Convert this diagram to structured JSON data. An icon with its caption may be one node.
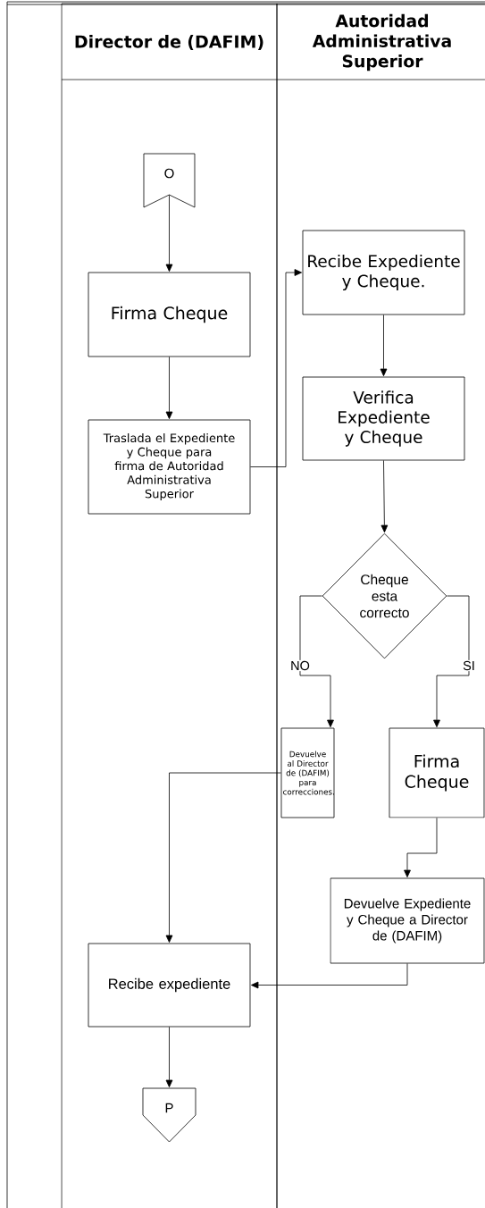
{
  "diagram": {
    "nodes": [
      {
        "text": [
          "Director de (DAFIM)"
        ]
      },
      {
        "text": [
          "Autoridad Administrativa Superior"
        ]
      },
      {
        "text": [
          "O"
        ],
        "in": 0
      },
      {
        "text": [
          "Firma Cheque"
        ],
        "in": 0
      },
      {
        "text": [
          "Traslada el Expediente y Cheque para firma de Autoridad Administrativa Superior"
        ],
        "in": 0
      },
      {
        "text": [
          "Recibe Expediente y Cheque."
        ],
        "in": 1
      },
      {
        "text": [
          "Verifica Expediente y Cheque"
        ],
        "in": 1
      },
      {
        "text": [
          "Cheque esta correcto"
        ],
        "in": 1
      },
      {
        "text": [
          "Devuelve al Director de (DAFIM) para correcciones."
        ],
        "in": 1
      },
      {
        "text": [
          "Firma Cheque"
        ],
        "in": 1
      },
      {
        "text": [
          "Devuelve Expediente y Cheque a Director de (DAFIM)"
        ],
        "in": 1
      },
      {
        "text": [
          "Recibe expediente"
        ],
        "in": 0
      },
      {
        "text": [
          "P"
        ],
        "in": 0
      }
    ],
    "edges": [
      {
        "from": 2,
        "to": 3,
        "arrow": "to"
      },
      {
        "from": 3,
        "to": 4,
        "arrow": "to"
      },
      {
        "from": 4,
        "to": 5,
        "arrow": "to"
      },
      {
        "from": 5,
        "to": 6,
        "arrow": "to"
      },
      {
        "from": 6,
        "to": 7,
        "arrow": "to"
      },
      {
        "from": 7,
        "to": 8,
        "arrow": "to",
        "label": "NO"
      },
      {
        "from": 7,
        "to": 9,
        "arrow": "to",
        "label": "SI"
      },
      {
        "from": 9,
        "to": 10,
        "arrow": "to"
      },
      {
        "from": 8,
        "to": 11,
        "arrow": "to"
      },
      {
        "from": 10,
        "to": 11,
        "arrow": "to"
      },
      {
        "from": 11,
        "to": 12,
        "arrow": "to"
      }
    ]
  }
}
